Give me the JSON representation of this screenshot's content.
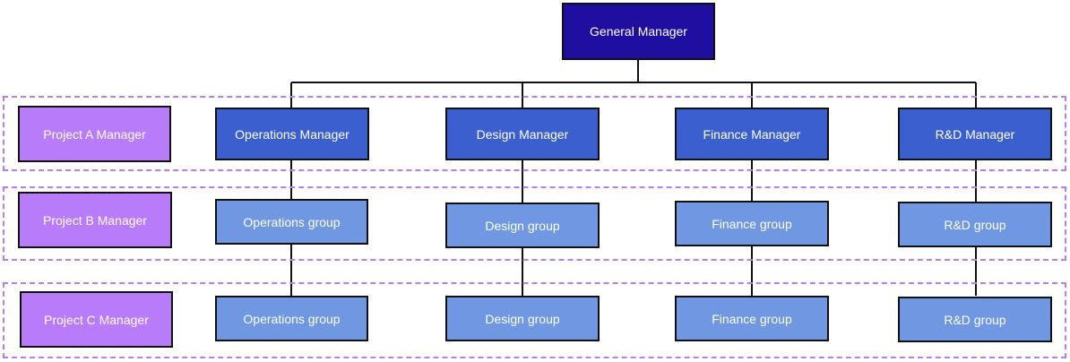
{
  "colors": {
    "general_manager": "#1f0fa0",
    "department_manager": "#3b5fce",
    "group": "#6f97e2",
    "project_manager": "#b87cfa",
    "band_border": "#b87cfa"
  },
  "general_manager": "General Manager",
  "departments": [
    "Operations Manager",
    "Design Manager",
    "Finance Manager",
    "R&D Manager"
  ],
  "projects": [
    {
      "manager": "Project A Manager"
    },
    {
      "manager": "Project B Manager",
      "groups": [
        "Operations group",
        "Design group",
        "Finance group",
        "R&D group"
      ]
    },
    {
      "manager": "Project C Manager",
      "groups": [
        "Operations group",
        "Design group",
        "Finance group",
        "R&D group"
      ]
    }
  ]
}
